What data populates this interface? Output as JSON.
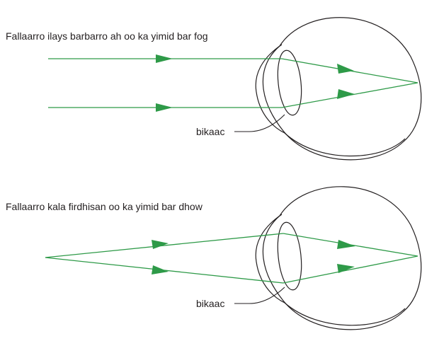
{
  "diagrams": [
    {
      "caption": "Fallaarro ilays barbarro ah oo ka yimid bar fog",
      "lens_label": "bikaac"
    },
    {
      "caption": "Fallaarro kala firdhisan oo ka yimid bar dhow",
      "lens_label": "bikaac"
    }
  ],
  "colors": {
    "ray": "#2e9a48",
    "outline": "#231f20"
  }
}
